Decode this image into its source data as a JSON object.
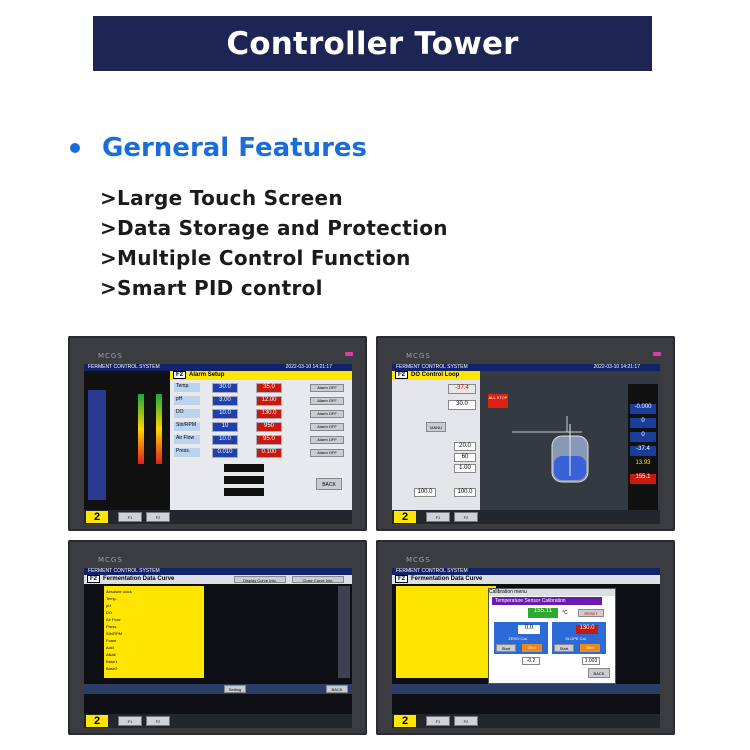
{
  "banner": {
    "title": "Controller Tower"
  },
  "features": {
    "heading": "Gerneral Features",
    "items": [
      ">Large Touch Screen",
      ">Data Storage and Protection",
      ">Multiple Control Function",
      ">Smart PID control"
    ]
  },
  "colors": {
    "banner_bg": "#1c2554",
    "accent": "#1a6cd8",
    "panel_yellow": "#ffe600"
  },
  "screens": {
    "brand": "MCGS",
    "system_title": "FERMENT CONTROL SYSTEM",
    "date": "2022-03-10 14:21:17",
    "page_num": "2",
    "btn_f1": "F1",
    "btn_f2": "F2",
    "back_label": "BACK",
    "alarm": {
      "title": "Alarm Setup",
      "rows": [
        "Temp.",
        "pH",
        "DO",
        "Stir/RPM",
        "Air Flow",
        "Press."
      ],
      "low_vals": [
        "30.0",
        "3.00",
        "10.0",
        "10",
        "10.0",
        "0.010"
      ],
      "high_vals": [
        "35.0",
        "12.00",
        "130.0",
        "950",
        "95.0",
        "0.100"
      ],
      "alarm_label": "Alarm OFF"
    },
    "do_loop": {
      "title": "DO Control Loop",
      "pv": "-37.4",
      "sp": "30.0",
      "p": "20.0",
      "i": "60",
      "d": "1.00",
      "output": "100.0",
      "output2": "100.0",
      "alloff": "ALL STOP",
      "manu": "MANU",
      "side_vals": [
        "-0.000",
        "0",
        "0",
        "-37.4",
        "13.93",
        "155.1"
      ]
    },
    "curve": {
      "title": "Fermentation Data Curve",
      "display_btn": "Display Curve Info.",
      "close_btn": "Close Curve Info.",
      "setting": "Setting",
      "param_rows": [
        "Absolute clock",
        "Temp.",
        "pH",
        "DO",
        "Air Flow",
        "Press.",
        "Stir/RPM",
        "Foam",
        "Acid",
        "Alkali",
        "Base1",
        "Base2"
      ]
    },
    "calib": {
      "title": "Temperature Sensor Calibration",
      "menu": "Calibration menu",
      "proc_value": "155.11",
      "unit": "°C",
      "reset": "RESET",
      "zero": "0.0",
      "slope": "130.0",
      "zero_label": "ZERO Cal.",
      "slope_label": "SLOPE Cal.",
      "start": "Start",
      "end": "End",
      "internal_zero": "-0.2",
      "slope_k": "1.003"
    }
  }
}
